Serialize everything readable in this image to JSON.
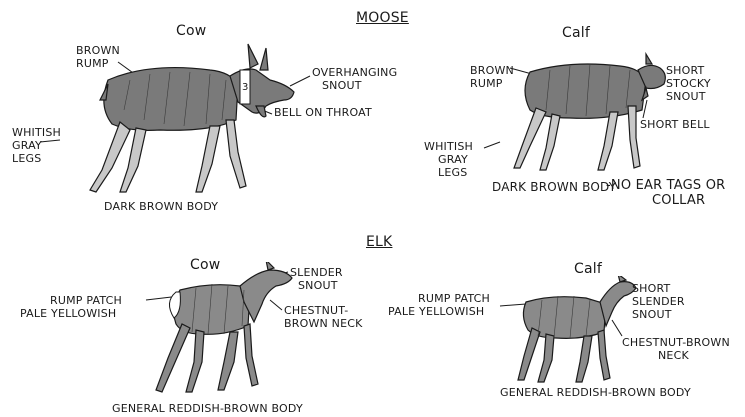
{
  "moose": {
    "section_title": "MOOSE",
    "cow": {
      "title": "Cow",
      "rump": [
        "BROWN",
        "RUMP"
      ],
      "legs": [
        "WHITISH",
        "GRAY",
        "LEGS"
      ],
      "snout": [
        "OVERHANGING",
        "SNOUT"
      ],
      "bell": "BELL ON THROAT",
      "body": "DARK BROWN BODY",
      "collar_number": "3"
    },
    "calf": {
      "title": "Calf",
      "rump": [
        "BROWN",
        "RUMP"
      ],
      "legs": [
        "WHITISH",
        "GRAY",
        "LEGS"
      ],
      "snout": [
        "SHORT",
        "STOCKY",
        "SNOUT"
      ],
      "bell": "SHORT BELL",
      "body": "DARK BROWN BODY",
      "no_tags": [
        "-NO EAR TAGS OR",
        "COLLAR"
      ]
    }
  },
  "elk": {
    "section_title": "ELK",
    "cow": {
      "title": "Cow",
      "rump": [
        "RUMP PATCH",
        "PALE YELLOWISH"
      ],
      "snout": [
        "SLENDER",
        "SNOUT"
      ],
      "neck": [
        "CHESTNUT-",
        "BROWN NECK"
      ],
      "body": "GENERAL REDDISH-BROWN BODY"
    },
    "calf": {
      "title": "Calf",
      "rump": [
        "RUMP PATCH",
        "PALE YELLOWISH"
      ],
      "snout": [
        "SHORT",
        "SLENDER",
        "SNOUT"
      ],
      "neck": [
        "CHESTNUT-BROWN",
        "NECK"
      ],
      "body": "GENERAL REDDISH-BROWN BODY"
    }
  },
  "colors": {
    "ink": "#1a1a1a",
    "fill_dark": "#6b6b6b",
    "fill_light": "#9a9a9a"
  }
}
